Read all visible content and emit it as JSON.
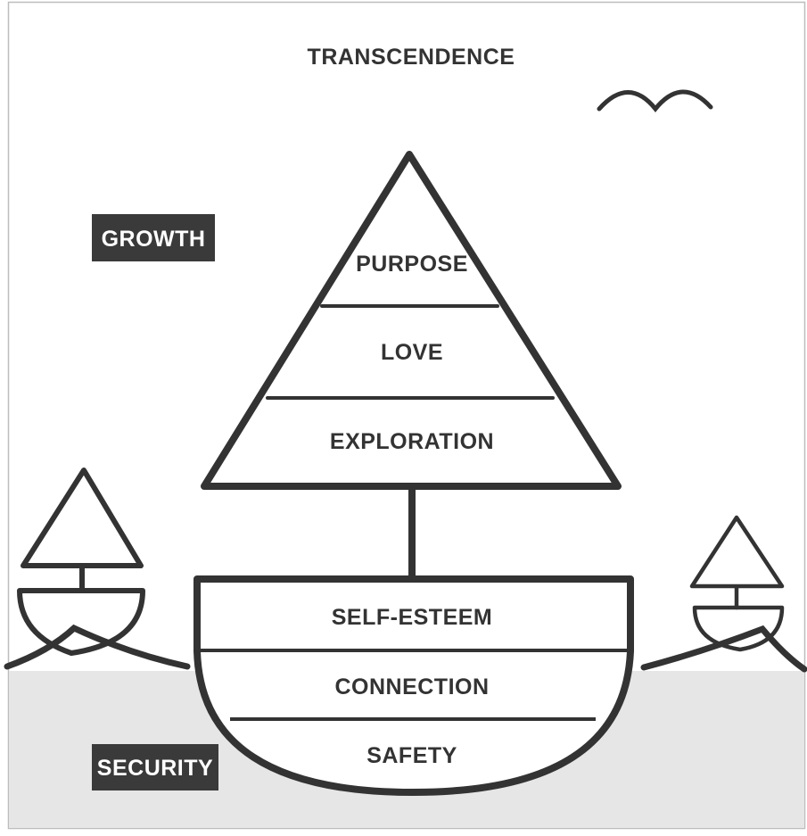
{
  "diagram": {
    "top_label": "TRANSCENDENCE",
    "growth_tag": "GROWTH",
    "security_tag": "SECURITY",
    "sail_layers": [
      "PURPOSE",
      "LOVE",
      "EXPLORATION"
    ],
    "hull_layers": [
      "SELF-ESTEEM",
      "CONNECTION",
      "SAFETY"
    ]
  },
  "colors": {
    "stroke": "#333333",
    "water": "#e6e6e6",
    "tag_background": "#3a3a3a",
    "tag_text": "#ffffff",
    "frame": "#bdbdbd"
  }
}
